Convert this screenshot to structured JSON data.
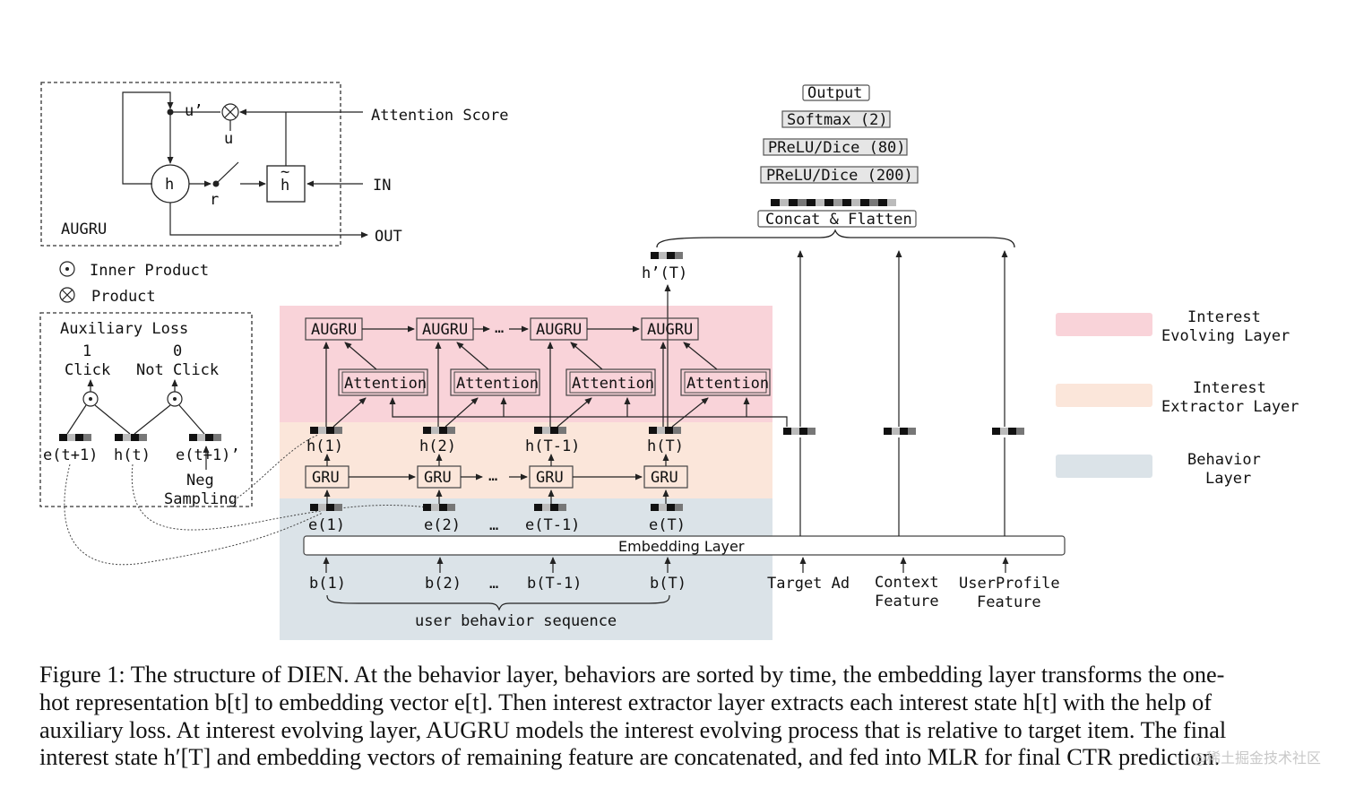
{
  "augru_cell": {
    "title": "AUGRU",
    "attention_score": "Attention Score",
    "in_label": "IN",
    "out_label": "OUT",
    "h_label": "h",
    "h_tilde": "h",
    "tilde_mark": "~",
    "u_prime": "u’",
    "u_label": "u",
    "r_label": "r"
  },
  "legend_symbols": [
    {
      "icon": "inner-product-icon",
      "label": "Inner Product"
    },
    {
      "icon": "product-icon",
      "label": "Product"
    }
  ],
  "auxiliary_loss": {
    "title": "Auxiliary Loss",
    "click_value": "1",
    "click_label": "Click",
    "not_click_value": "0",
    "not_click_label": "Not Click",
    "nodes": [
      "e(t+1)",
      "h(t)",
      "e(t+1)’"
    ],
    "neg_sampling": [
      "Neg",
      "Sampling"
    ]
  },
  "output_stack": [
    "Output",
    "Softmax (2)",
    "PReLU/Dice (80)",
    "PReLU/Dice (200)"
  ],
  "concat_label": "Concat & Flatten",
  "h_prime_T": "h’(T)",
  "evolving_layer": {
    "augru_labels": [
      "AUGRU",
      "AUGRU",
      "AUGRU",
      "AUGRU"
    ],
    "attention_labels": [
      "Attention",
      "Attention",
      "Attention",
      "Attention"
    ],
    "ellipsis": "…"
  },
  "extractor_layer": {
    "h_labels": [
      "h(1)",
      "h(2)",
      "h(T-1)",
      "h(T)"
    ],
    "gru_labels": [
      "GRU",
      "GRU",
      "GRU",
      "GRU"
    ],
    "ellipsis": "…"
  },
  "behavior_layer": {
    "e_labels": [
      "e(1)",
      "e(2)",
      "e(T-1)",
      "e(T)"
    ],
    "b_labels": [
      "b(1)",
      "b(2)",
      "b(T-1)",
      "b(T)"
    ],
    "embedding_label": "Embedding Layer",
    "sequence_label": "user behavior sequence",
    "ellipsis": "…"
  },
  "side_features": [
    {
      "lines": [
        "Target Ad"
      ]
    },
    {
      "lines": [
        "Context",
        "Feature"
      ]
    },
    {
      "lines": [
        "UserProfile",
        "Feature"
      ]
    }
  ],
  "layer_legend": [
    {
      "lines": [
        "Interest",
        "Evolving Layer"
      ],
      "color": "#f9d3d9"
    },
    {
      "lines": [
        "Interest",
        "Extractor Layer"
      ],
      "color": "#fbe6da"
    },
    {
      "lines": [
        "Behavior",
        "Layer"
      ],
      "color": "#dbe3e8"
    }
  ],
  "colors": {
    "evolving": "#f9d3d9",
    "extractor": "#fbe6da",
    "behavior": "#dbe3e8",
    "line": "#222222"
  },
  "caption": [
    "Figure 1: The structure of DIEN. At the behavior layer, behaviors are sorted by time, the embedding layer transforms the one-",
    "hot representation b[t] to embedding vector e[t]. Then interest extractor layer extracts each interest state h[t] with the help of",
    "auxiliary loss. At interest evolving layer, AUGRU models the interest evolving process that is relative to target item. The final",
    "interest state h′[T] and embedding vectors of remaining feature are concatenated, and fed into MLR for final CTR prediction."
  ],
  "watermark": "@稀土掘金技术社区"
}
